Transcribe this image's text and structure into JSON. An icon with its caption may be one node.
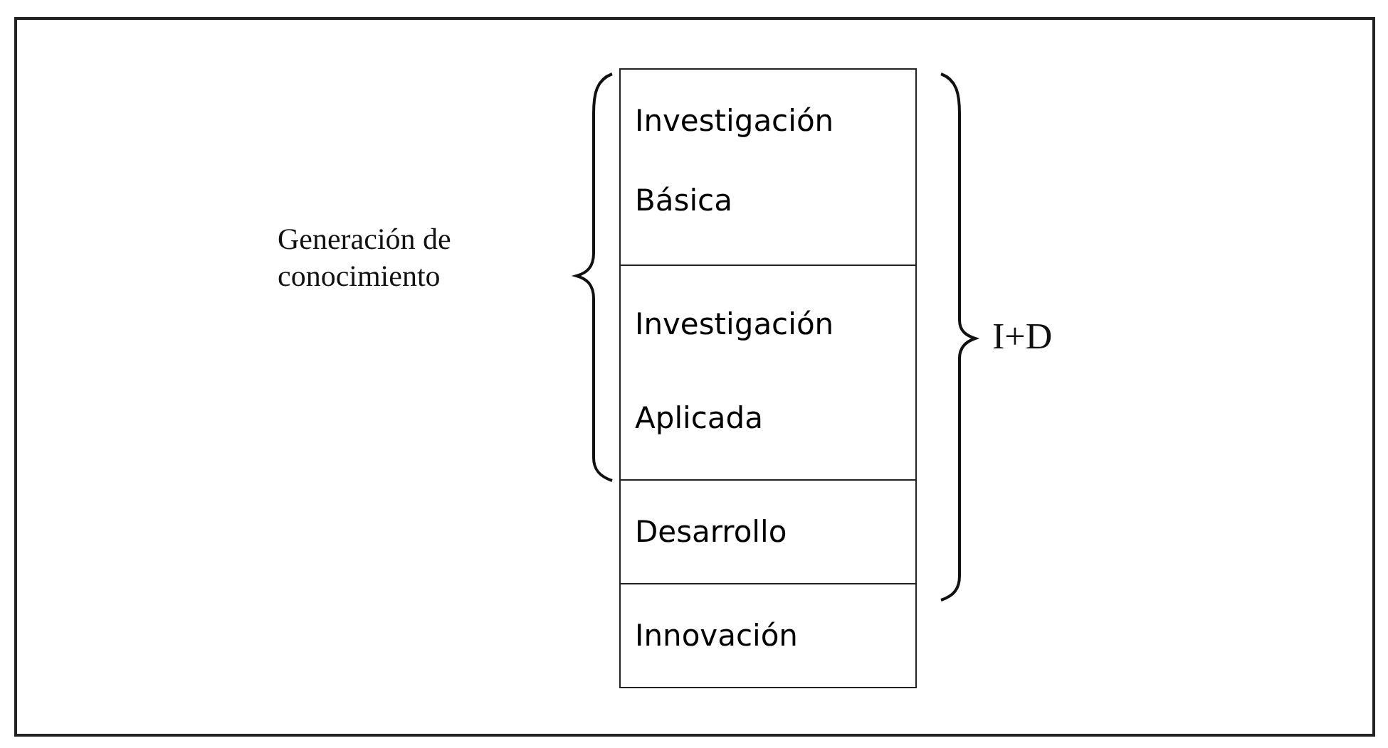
{
  "diagram": {
    "nodes": [
      {
        "text": [
          "Investigación Básica"
        ]
      },
      {
        "text": [
          "Investigación Aplicada"
        ]
      },
      {
        "text": [
          "Desarrollo"
        ]
      },
      {
        "text": [
          "Innovación"
        ]
      }
    ],
    "labels": [
      "Generación de conocimiento",
      "I+D"
    ]
  }
}
